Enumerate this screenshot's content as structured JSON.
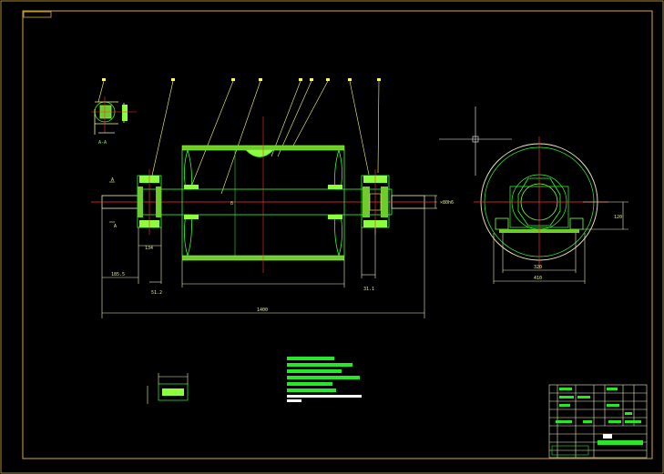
{
  "drawing": {
    "background": "#000000",
    "colors": {
      "frame": "#d8a93a",
      "part": "#33ff33",
      "dimension": "#f0f0c0",
      "leader": "#ffff66",
      "centerline": "#ff3030",
      "hatch": "#b8ff50",
      "crosshair": "#ffffff",
      "annotation_block": "#27e827"
    },
    "dimensions": {
      "overall_length": "1400",
      "left_shaft_end": "185.5",
      "left_bearing_width": "134",
      "left_bearing_offset": "51.2",
      "right_bearing_offset": "31.1",
      "shaft_dia_right": "×80h6",
      "housing_width": "320",
      "base_width": "410",
      "center_height": "120",
      "drum_mark": "B"
    },
    "section_label": "A-A",
    "view_mark": "A"
  }
}
